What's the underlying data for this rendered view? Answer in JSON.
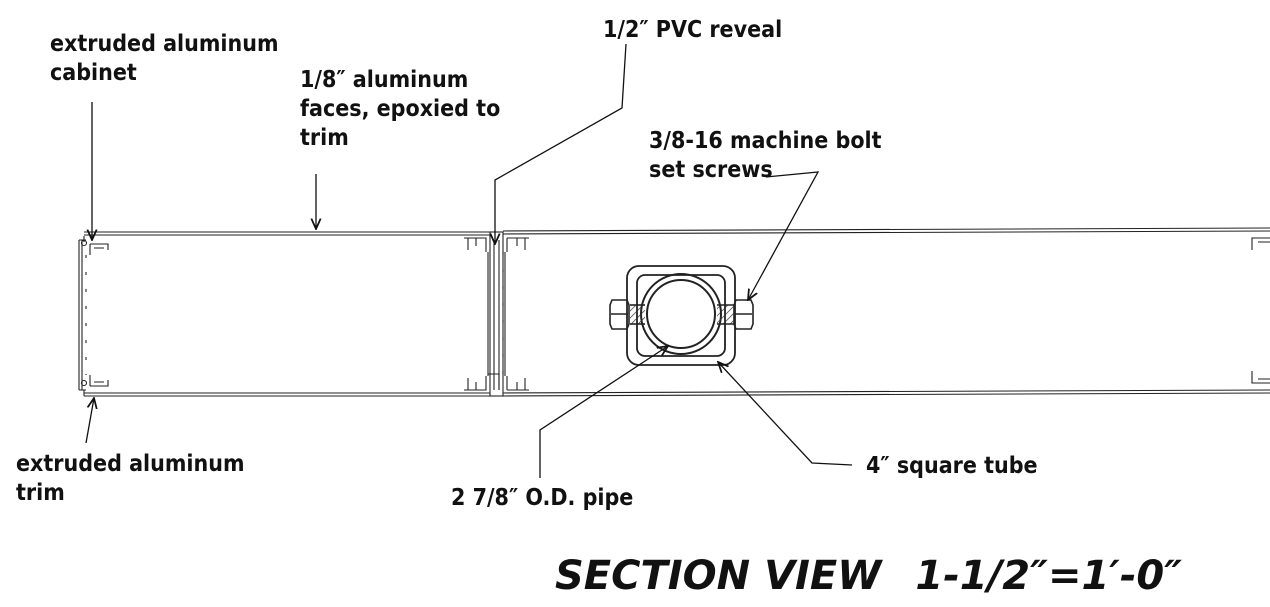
{
  "labels": {
    "cabinet": [
      "extruded aluminum",
      "cabinet"
    ],
    "faces": [
      "1/8″ aluminum",
      "faces, epoxied to",
      "trim"
    ],
    "reveal": [
      "1/2″ PVC reveal"
    ],
    "setscrews": [
      "3/8-16 machine bolt",
      "set screws"
    ],
    "trim": [
      "extruded aluminum",
      "trim"
    ],
    "pipe": [
      "2 7/8″ O.D. pipe"
    ],
    "tube": [
      "4″ square tube"
    ]
  },
  "title": {
    "main": "SECTION VIEW",
    "scale": "1-1/2″=1′-0″"
  }
}
